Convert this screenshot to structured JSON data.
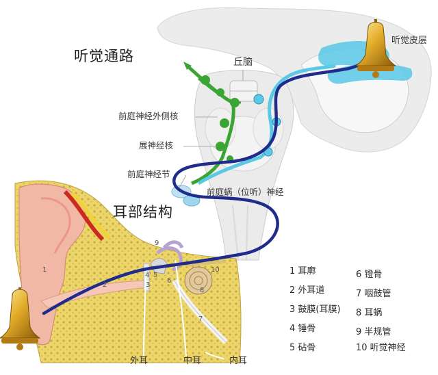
{
  "titles": {
    "auditory_pathway": "听觉通路",
    "ear_structure": "耳部结构"
  },
  "brain_labels": {
    "thalamus": "丘脑",
    "auditory_cortex": "听觉皮层",
    "lateral_vestibular_nucleus": "前庭神经外侧核",
    "abducens_nucleus": "展神经核",
    "vestibular_ganglion": "前庭神经节",
    "vestibulocochlear_nerve": "前庭蜗（位听）神经"
  },
  "region_labels": {
    "outer_ear": "外耳",
    "middle_ear": "中耳",
    "inner_ear": "内耳"
  },
  "part_numbers": [
    "1",
    "2",
    "3",
    "4",
    "5",
    "6",
    "7",
    "8",
    "9",
    "10"
  ],
  "legend": {
    "left": [
      "1 耳廓",
      "2 外耳道",
      "3 鼓膜(耳膜)",
      "4 锤骨",
      "5 砧骨"
    ],
    "right": [
      "6 镫骨",
      "7 咽鼓管",
      "8 耳蜗",
      "9 半规管",
      "10 听觉神经"
    ]
  },
  "colors": {
    "pathway": "#1f2c8c",
    "nerve_green": "#3aa535",
    "cortex_blue": "#5bc8e6",
    "bell_gold": "#d9a21e",
    "skin": "#f2b8a6",
    "bone": "#e9d37a"
  },
  "icons": {
    "bell": "bell-icon"
  }
}
